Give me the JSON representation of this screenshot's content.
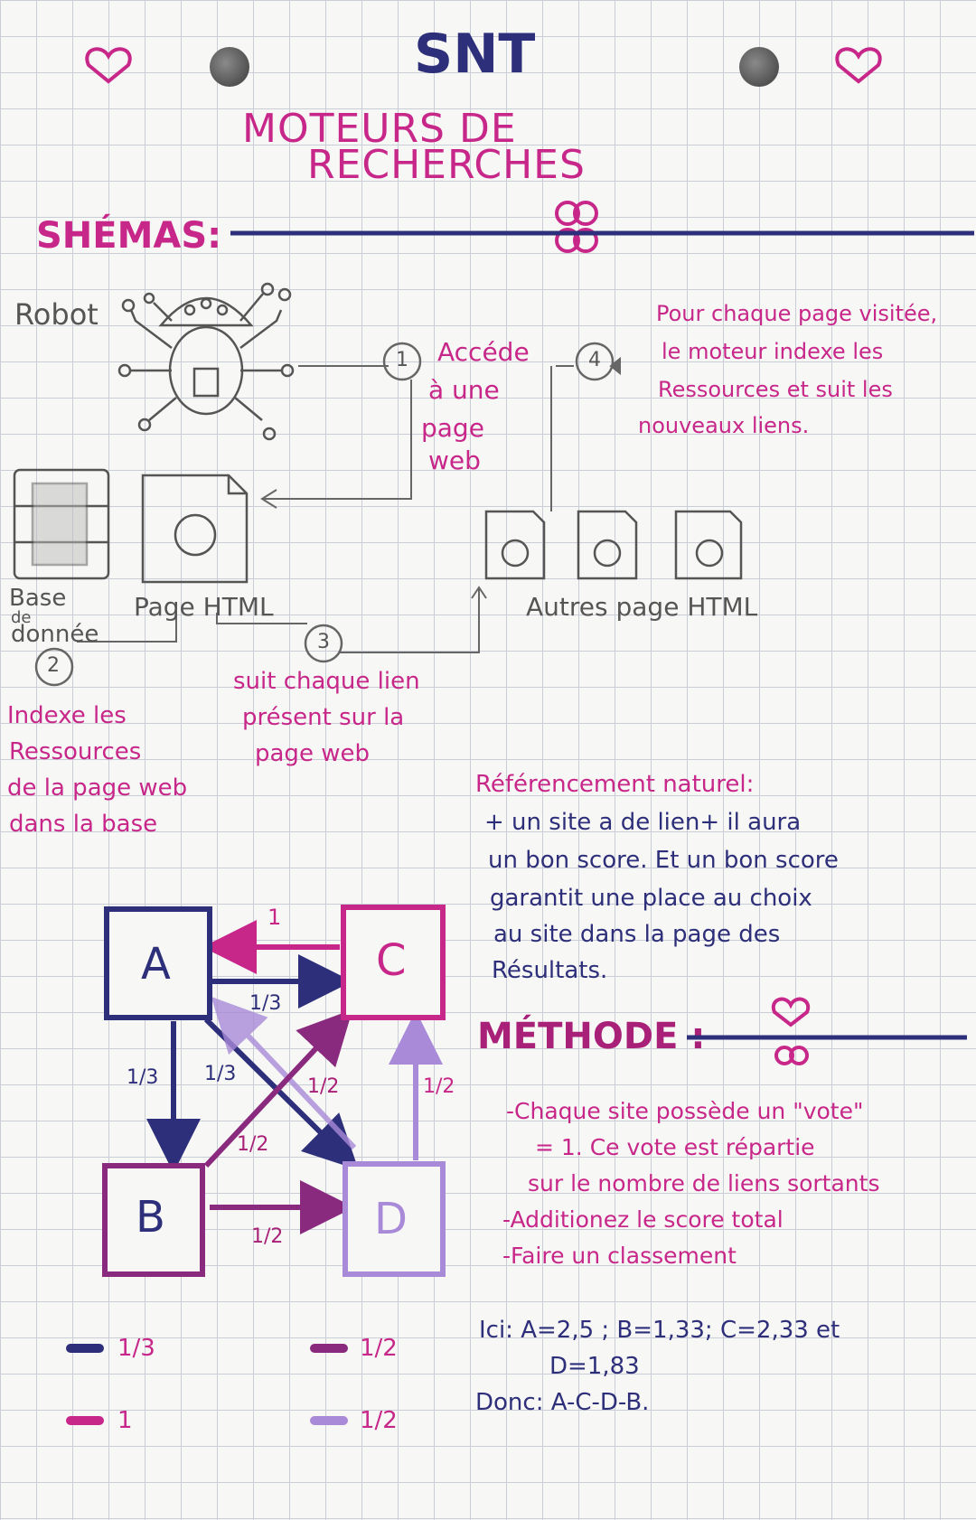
{
  "header": {
    "subject": "SNT",
    "title_line1": "MOTEURS DE",
    "title_line2": "RECHERCHES"
  },
  "schema": {
    "heading": "SHÉMAS:",
    "robot": "Robot",
    "step1": [
      "Accéde",
      "à une",
      "page",
      "web"
    ],
    "step1_num": "1",
    "step4_num": "4",
    "step4": [
      "Pour chaque page visitée,",
      "le moteur indexe les",
      "Ressources et suit les",
      "nouveaux liens."
    ],
    "database": [
      "Base",
      "de",
      "donnée"
    ],
    "page_html": "Page HTML",
    "other_pages": "Autres page HTML",
    "step2_num": "2",
    "step2": [
      "Indexe les",
      "Ressources",
      "de la page web",
      "dans la base"
    ],
    "step3_num": "3",
    "step3": [
      "suit chaque lien",
      "présent sur la",
      "page web"
    ]
  },
  "referencement": {
    "title": "Référencement naturel:",
    "lines": [
      "+ un site a de lien+ il aura",
      "un bon score. Et un bon score",
      "garantit une place au choix",
      "au site dans la page des",
      "Résultats."
    ]
  },
  "graph": {
    "nodes": [
      "A",
      "B",
      "C",
      "D"
    ],
    "labels": {
      "ca": "1",
      "ac": "1/3",
      "ab": "1/3",
      "ad": "1/3",
      "bc": "1/2",
      "bd": "1/2",
      "dc": "1/2",
      "da": "1/2"
    },
    "legend": [
      {
        "color": "#2e2f7a",
        "value": "1/3"
      },
      {
        "color": "#c8278a",
        "value": "1"
      },
      {
        "color": "#8a2a7e",
        "value": "1/2"
      },
      {
        "color": "#a98ad8",
        "value": "1/2"
      }
    ]
  },
  "methode": {
    "title": "MÉTHODE :",
    "lines": [
      "-Chaque site possède un \"vote\"",
      "= 1. Ce vote est répartie",
      "sur le nombre de liens sortants",
      "-Additionez le score total",
      "-Faire un classement"
    ]
  },
  "result": {
    "line1": "Ici: A=2,5 ; B=1,33; C=2,33 et",
    "line2": "D=1,83",
    "line3": "Donc: A-C-D-B."
  },
  "colors": {
    "pink": "#c8278a",
    "navy": "#2e2f7a",
    "plum": "#8a2a7e",
    "lilac": "#a98ad8"
  }
}
